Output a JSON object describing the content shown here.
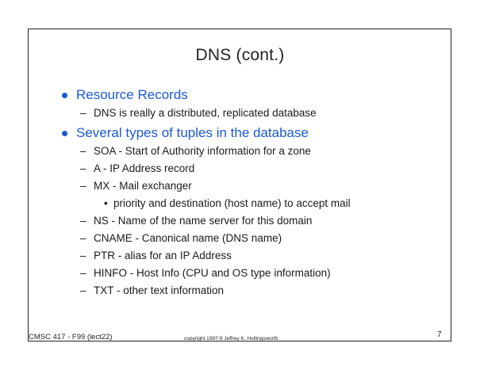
{
  "slide": {
    "title": "DNS (cont.)",
    "items": [
      {
        "level": 1,
        "marker": "",
        "text": "Resource Records"
      },
      {
        "level": 2,
        "marker": "–",
        "text": "DNS is really a distributed, replicated database"
      },
      {
        "level": 1,
        "marker": "",
        "text": "Several types of tuples in the database"
      },
      {
        "level": 2,
        "marker": "–",
        "text": "SOA - Start of Authority information for a zone"
      },
      {
        "level": 2,
        "marker": "–",
        "text": "A - IP Address record"
      },
      {
        "level": 2,
        "marker": "–",
        "text": "MX - Mail exchanger"
      },
      {
        "level": 3,
        "marker": "•",
        "text": "priority and destination (host name)  to accept mail"
      },
      {
        "level": 2,
        "marker": "–",
        "text": "NS - Name of the name server for this domain"
      },
      {
        "level": 2,
        "marker": "–",
        "text": "CNAME - Canonical name (DNS name)"
      },
      {
        "level": 2,
        "marker": "–",
        "text": "PTR - alias for an IP Address"
      },
      {
        "level": 2,
        "marker": "–",
        "text": "HINFO - Host Info (CPU and OS type information)"
      },
      {
        "level": 2,
        "marker": "–",
        "text": "TXT - other text information"
      }
    ]
  },
  "footer": {
    "course": "CMSC 417 - F99  (lect22)",
    "copyright": "copyright 1997-9 Jeffrey K. Hollingsworth",
    "page_number": "7"
  },
  "colors": {
    "heading_blue": "#1a5ad6",
    "text": "#1a1a1a",
    "frame": "#222222"
  }
}
